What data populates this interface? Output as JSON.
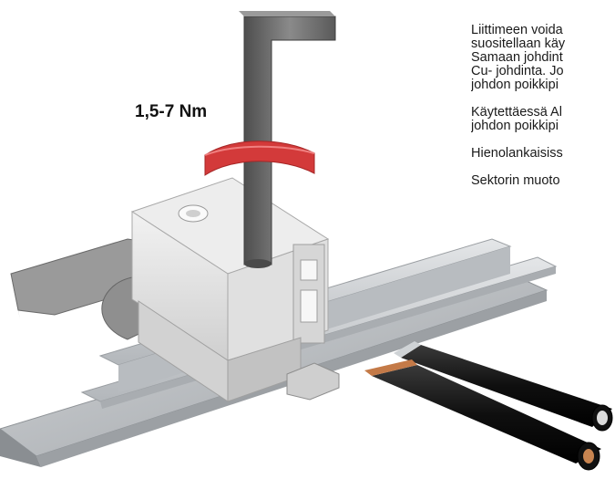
{
  "torque_label": "1,5-7 Nm",
  "text_blocks": [
    {
      "lines": [
        "Liittimeen voida",
        "suositellaan käy",
        "Samaan johdint",
        "Cu- johdinta. Jo",
        "johdon poikkipi"
      ]
    },
    {
      "lines": [
        "Käytettäessä Al",
        "johdon poikkipi"
      ]
    },
    {
      "lines": [
        "Hienolankaisiss"
      ]
    },
    {
      "lines": [
        "Sektorin muoto"
      ]
    }
  ],
  "colors": {
    "hex_key": "#6f6f6f",
    "arrow": "#d33a3a",
    "terminal": "#dcdcdc",
    "rail": "#c9ccd0",
    "cable": "#141414",
    "copper": "#b86c3c",
    "aluminium": "#bfc3c7"
  }
}
